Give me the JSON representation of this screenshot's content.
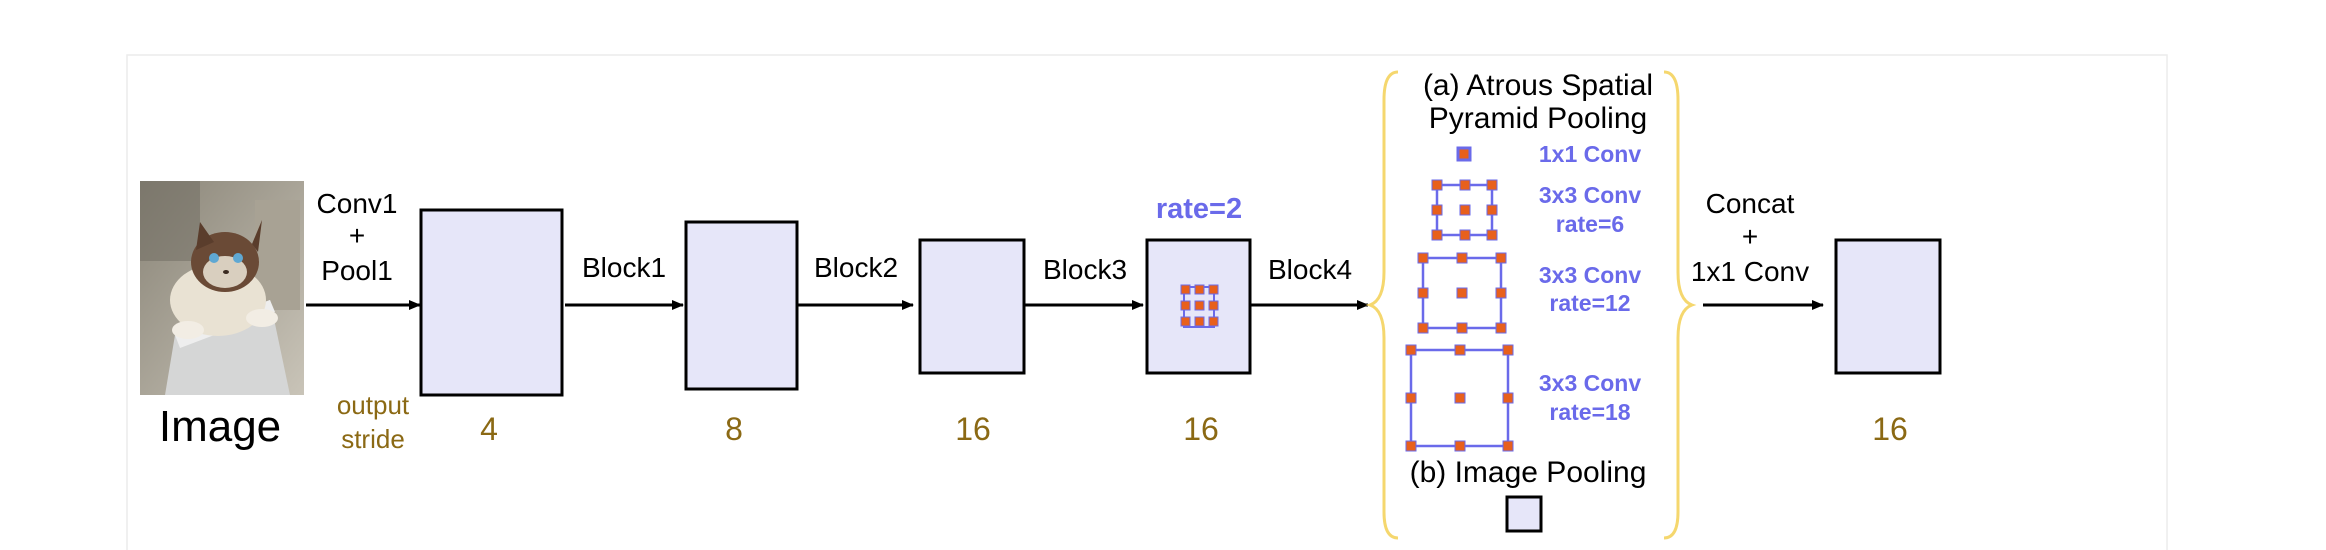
{
  "colors": {
    "block_fill": "#e6e6f9",
    "block_stroke": "#000000",
    "stride_text": "#8b6914",
    "rate_blue": "#6a6aea",
    "kernel_orange": "#e8601c",
    "brace_yellow": "#f5d76e",
    "frame_border": "#ececec"
  },
  "input": {
    "label": "Image",
    "icon": "cat-photo"
  },
  "stem": {
    "line1": "Conv1",
    "line2": "+",
    "line3": "Pool1"
  },
  "stride_label": {
    "line1": "output",
    "line2": "stride"
  },
  "blocks": [
    {
      "name": "Block1",
      "stride": "4"
    },
    {
      "name": "Block2",
      "stride": "8"
    },
    {
      "name": "Block3",
      "stride": "16"
    },
    {
      "name": "Block4",
      "stride": "16"
    }
  ],
  "block4_rate": "rate=2",
  "aspp": {
    "title_line1": "(a) Atrous Spatial",
    "title_line2": "Pyramid Pooling",
    "branches": [
      {
        "line1": "1x1 Conv",
        "line2": ""
      },
      {
        "line1": "3x3 Conv",
        "line2": "rate=6"
      },
      {
        "line1": "3x3 Conv",
        "line2": "rate=12"
      },
      {
        "line1": "3x3 Conv",
        "line2": "rate=18"
      }
    ],
    "pooling_label": "(b) Image Pooling"
  },
  "fusion": {
    "line1": "Concat",
    "line2": "+",
    "line3": "1x1 Conv"
  },
  "output": {
    "stride": "16"
  }
}
